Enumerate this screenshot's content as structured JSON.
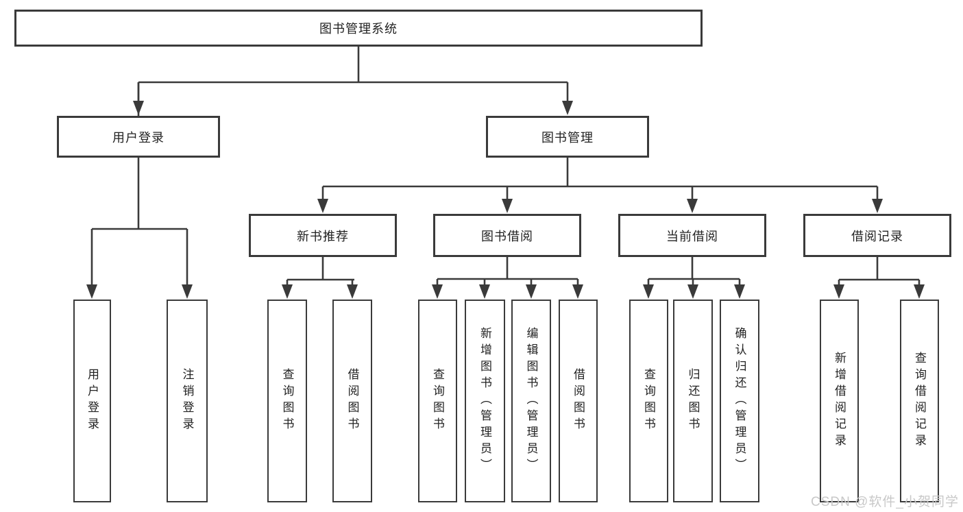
{
  "nodes": {
    "root": "图书管理系统",
    "user_login": "用户登录",
    "book_mgmt": "图书管理",
    "new_book": "新书推荐",
    "book_borrow": "图书借阅",
    "current_borrow": "当前借阅",
    "borrow_record": "借阅记录"
  },
  "leaves": [
    {
      "label": "用户登录",
      "parent": "用户登录"
    },
    {
      "label": "注销登录",
      "parent": "用户登录"
    },
    {
      "label": "查询图书",
      "parent": "新书推荐"
    },
    {
      "label": "借阅图书",
      "parent": "新书推荐"
    },
    {
      "label": "查询图书",
      "parent": "图书借阅"
    },
    {
      "label": "新增图书（管理员）",
      "parent": "图书借阅"
    },
    {
      "label": "编辑图书（管理员）",
      "parent": "图书借阅"
    },
    {
      "label": "借阅图书",
      "parent": "图书借阅"
    },
    {
      "label": "查询图书",
      "parent": "当前借阅"
    },
    {
      "label": "归还图书",
      "parent": "当前借阅"
    },
    {
      "label": "确认归还（管理员）",
      "parent": "当前借阅"
    },
    {
      "label": "新增借阅记录",
      "parent": "借阅记录"
    },
    {
      "label": "查询借阅记录",
      "parent": "借阅记录"
    }
  ],
  "watermark": "CSDN @软件_小贺同学",
  "colors": {
    "line": "#3a3a3a",
    "text": "#222222",
    "background": "#ffffff",
    "watermark": "#c8c8c8"
  }
}
